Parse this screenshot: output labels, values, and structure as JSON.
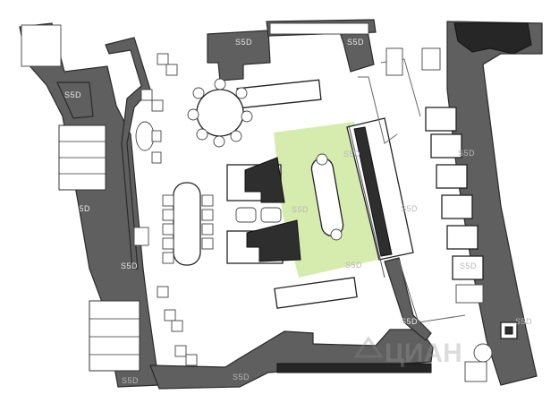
{
  "plan": {
    "highlight_color": "#cfe8a0",
    "wall_color": "#5f5f5f",
    "watermark_text": "ЦИАН",
    "watermark_icon": "cian-logo-icon",
    "labels": [
      "S5D",
      "S5D",
      "S5D",
      "S5D",
      "S5D",
      "S5D",
      "S5D",
      "S5D",
      "S5D",
      "S5D",
      "S5D",
      "S5D",
      "S5D",
      "S5D",
      "S5D"
    ]
  }
}
